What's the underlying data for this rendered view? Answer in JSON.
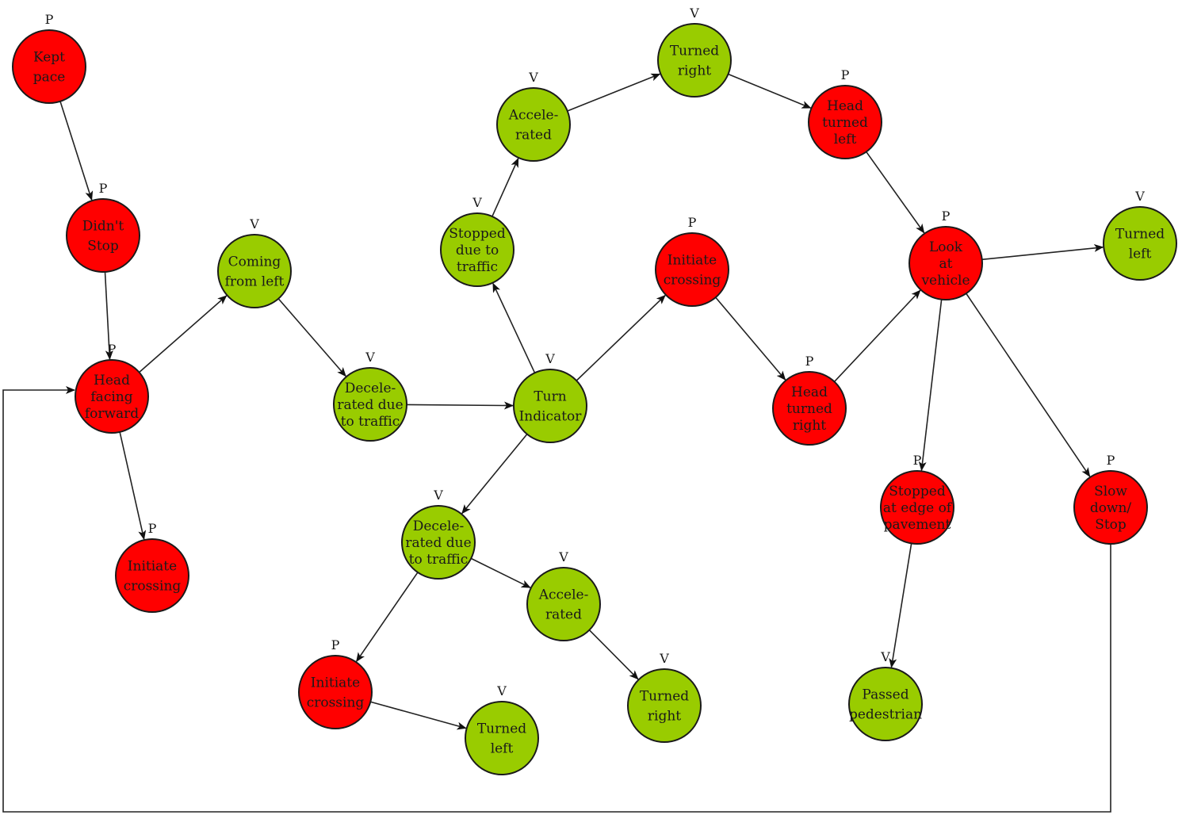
{
  "colors": {
    "pedestrian": "#ff0000",
    "vehicle": "#99cc00"
  },
  "nodes": [
    {
      "id": "n1",
      "kind": "pedestrian",
      "role": "P",
      "lines": [
        "Kept",
        "pace"
      ]
    },
    {
      "id": "n2",
      "kind": "pedestrian",
      "role": "P",
      "lines": [
        "Didn't",
        "Stop"
      ]
    },
    {
      "id": "n3",
      "kind": "pedestrian",
      "role": "P",
      "lines": [
        "Head",
        "facing",
        "forward"
      ]
    },
    {
      "id": "n4",
      "kind": "pedestrian",
      "role": "P",
      "lines": [
        "Initiate",
        "crossing"
      ]
    },
    {
      "id": "n5",
      "kind": "vehicle",
      "role": "V",
      "lines": [
        "Coming",
        "from left"
      ]
    },
    {
      "id": "n6",
      "kind": "vehicle",
      "role": "V",
      "lines": [
        "Decele-",
        "rated due",
        "to traffic"
      ]
    },
    {
      "id": "n7",
      "kind": "vehicle",
      "role": "V",
      "lines": [
        "Turn",
        "Indicator"
      ]
    },
    {
      "id": "n8",
      "kind": "vehicle",
      "role": "V",
      "lines": [
        "Stopped",
        "due to",
        "traffic"
      ]
    },
    {
      "id": "n9",
      "kind": "vehicle",
      "role": "V",
      "lines": [
        "Accele-",
        "rated"
      ]
    },
    {
      "id": "n10",
      "kind": "vehicle",
      "role": "V",
      "lines": [
        "Turned",
        "right"
      ]
    },
    {
      "id": "n11",
      "kind": "pedestrian",
      "role": "P",
      "lines": [
        "Head",
        "turned",
        "left"
      ]
    },
    {
      "id": "n12",
      "kind": "pedestrian",
      "role": "P",
      "lines": [
        "Initiate",
        "crossing"
      ]
    },
    {
      "id": "n13",
      "kind": "pedestrian",
      "role": "P",
      "lines": [
        "Head",
        "turned",
        "right"
      ]
    },
    {
      "id": "n14",
      "kind": "pedestrian",
      "role": "P",
      "lines": [
        "Look",
        "at",
        "vehicle"
      ]
    },
    {
      "id": "n15",
      "kind": "vehicle",
      "role": "V",
      "lines": [
        "Turned",
        "left"
      ]
    },
    {
      "id": "n16",
      "kind": "pedestrian",
      "role": "P",
      "lines": [
        "Stopped",
        "at edge of",
        "pavement"
      ]
    },
    {
      "id": "n17",
      "kind": "pedestrian",
      "role": "P",
      "lines": [
        "Slow",
        "down/",
        "Stop"
      ]
    },
    {
      "id": "n18",
      "kind": "vehicle",
      "role": "V",
      "lines": [
        "Passed",
        "pedestrian"
      ]
    },
    {
      "id": "n19",
      "kind": "vehicle",
      "role": "V",
      "lines": [
        "Decele-",
        "rated due",
        "to traffic"
      ]
    },
    {
      "id": "n20",
      "kind": "vehicle",
      "role": "V",
      "lines": [
        "Accele-",
        "rated"
      ]
    },
    {
      "id": "n21",
      "kind": "vehicle",
      "role": "V",
      "lines": [
        "Turned",
        "right"
      ]
    },
    {
      "id": "n22",
      "kind": "pedestrian",
      "role": "P",
      "lines": [
        "Initiate",
        "crossing"
      ]
    },
    {
      "id": "n23",
      "kind": "vehicle",
      "role": "V",
      "lines": [
        "Turned",
        "left"
      ]
    }
  ],
  "edges": [
    [
      "n1",
      "n2"
    ],
    [
      "n2",
      "n3"
    ],
    [
      "n3",
      "n5"
    ],
    [
      "n3",
      "n4"
    ],
    [
      "n5",
      "n6"
    ],
    [
      "n6",
      "n7"
    ],
    [
      "n7",
      "n8"
    ],
    [
      "n7",
      "n12"
    ],
    [
      "n7",
      "n19"
    ],
    [
      "n8",
      "n9"
    ],
    [
      "n9",
      "n10"
    ],
    [
      "n10",
      "n11"
    ],
    [
      "n11",
      "n14"
    ],
    [
      "n12",
      "n13"
    ],
    [
      "n13",
      "n14"
    ],
    [
      "n14",
      "n15"
    ],
    [
      "n14",
      "n16"
    ],
    [
      "n14",
      "n17"
    ],
    [
      "n16",
      "n18"
    ],
    [
      "n19",
      "n20"
    ],
    [
      "n19",
      "n22"
    ],
    [
      "n20",
      "n21"
    ],
    [
      "n22",
      "n23"
    ],
    [
      "n17",
      "n3"
    ]
  ]
}
